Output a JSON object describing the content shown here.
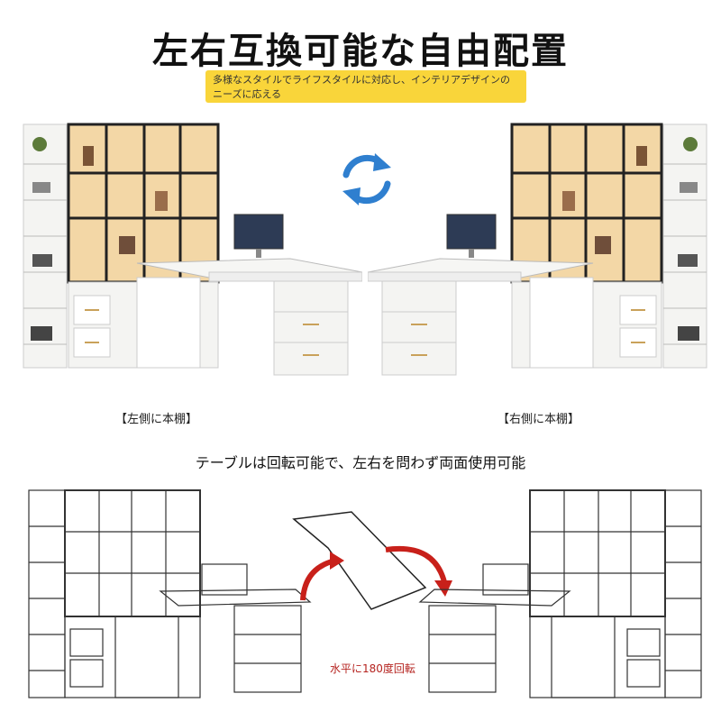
{
  "title": "左右互換可能な自由配置",
  "subtitle": "多様なスタイルでライフスタイルに対応し、インテリアデザインのニーズに応える",
  "captions": {
    "left_shelf": "【左側に本棚】",
    "right_shelf": "【右側に本棚】",
    "table_note": "テーブルは回転可能で、左右を問わず両面使用可能",
    "rotate_label": "水平に180度回転"
  },
  "icons": {
    "swap": "swap-arrows-icon",
    "rotate_left": "red-curved-arrow-icon",
    "rotate_right": "red-curved-arrow-icon"
  },
  "colors": {
    "highlight": "#f9d53a",
    "swap_arrow": "#2f7fcf",
    "rotate_arrow": "#c8201a",
    "cabinet_frame": "#222222",
    "cabinet_light": "#f3d7a6",
    "furniture_white": "#f4f4f2"
  }
}
